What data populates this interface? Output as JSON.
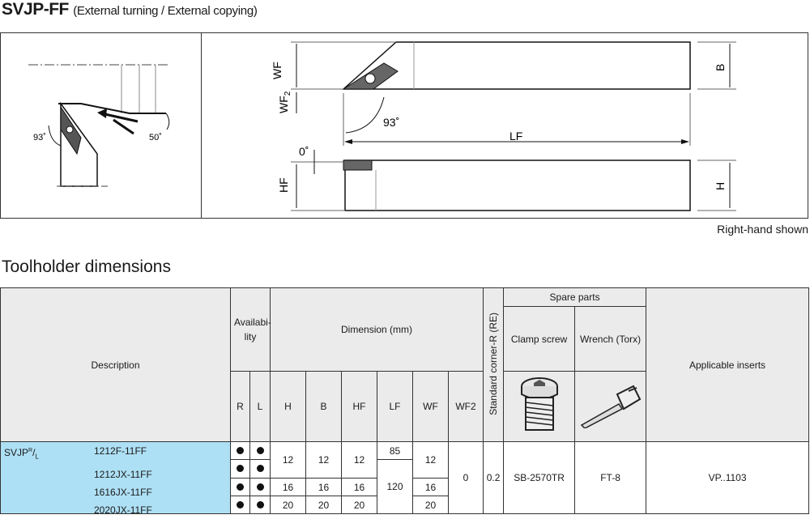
{
  "header": {
    "title": "SVJP-FF",
    "subtitle": "(External turning / External copying)"
  },
  "figure": {
    "left_labels": {
      "angle_lead": "93˚",
      "angle_copy": "50˚"
    },
    "right_labels": {
      "WF": "WF",
      "WF2": "WF",
      "WF2_sub": "2",
      "B": "B",
      "angle": "93˚",
      "LF": "LF",
      "zero": "0˚",
      "HF": "HF",
      "H": "H"
    },
    "note": "Right-hand shown"
  },
  "table": {
    "title": "Toolholder dimensions",
    "headers": {
      "description": "Description",
      "availability": "Availabi-lity",
      "R": "R",
      "L": "L",
      "dimension": "Dimension (mm)",
      "H": "H",
      "B": "B",
      "HF": "HF",
      "LF": "LF",
      "WF": "WF",
      "WF2": "WF2",
      "corner": "Standard corner-R (RE)",
      "spare_parts": "Spare parts",
      "clamp_screw": "Clamp screw",
      "wrench": "Wrench (Torx)",
      "inserts": "Applicable inserts"
    },
    "icons": {
      "clamp_screw": "clamp-screw-icon",
      "wrench": "torx-wrench-icon"
    },
    "series": "SVJP",
    "series_sup": "R",
    "series_sub": "L",
    "rows": [
      {
        "code": "1212F-11FF",
        "H": "12",
        "B": "12",
        "HF": "12",
        "LF": "85",
        "WF": "12"
      },
      {
        "code": "1212JX-11FF"
      },
      {
        "code": "1616JX-11FF",
        "H": "16",
        "B": "16",
        "HF": "16",
        "LF": "120",
        "WF": "16"
      },
      {
        "code": "2020JX-11FF",
        "H": "20",
        "B": "20",
        "HF": "20",
        "WF": "20"
      }
    ],
    "shared": {
      "WF2": "0",
      "RE": "0.2",
      "screw": "SB-2570TR",
      "wrench": "FT-8",
      "inserts": "VP..1103"
    }
  }
}
